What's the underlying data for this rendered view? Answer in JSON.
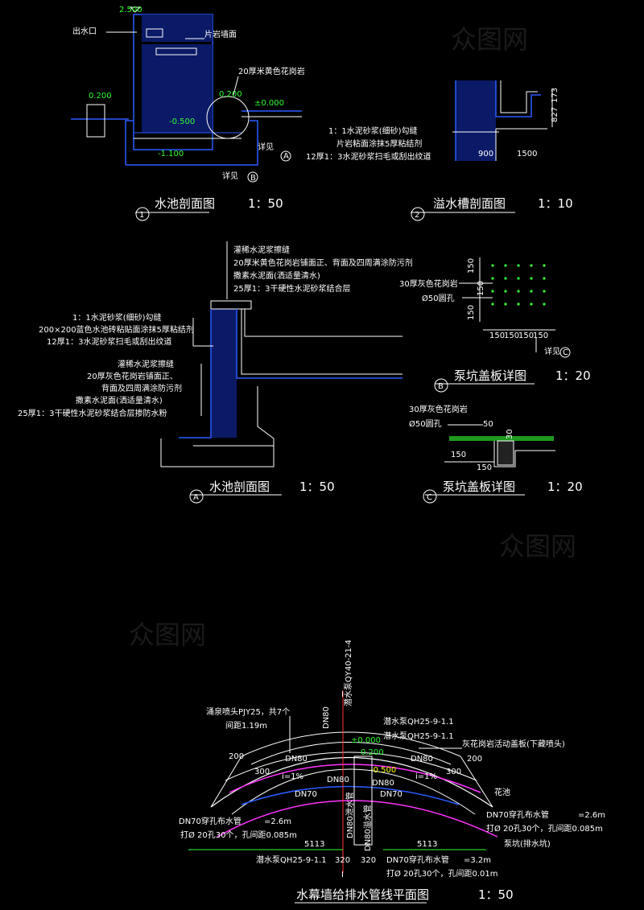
{
  "colors": {
    "background": "#000000",
    "line_white": "#ffffff",
    "line_blue": "#2a5cff",
    "line_green": "#33ff33",
    "line_magenta": "#ff33ff",
    "line_yellow": "#ffff00",
    "line_red": "#ff3333"
  },
  "watermark": "众图网",
  "view1": {
    "title": "水池剖面图",
    "scale": "1：50",
    "badge": "1",
    "elev_top": "2.500",
    "elev_left": "0.200",
    "elev_right_top": "0.200",
    "elev_zero": "±0.000",
    "elev_water": "-0.500",
    "elev_bottom": "-1.100",
    "outlet": "出水口",
    "wall": "片岩墙面",
    "granite": "20厚米黄色花岗岩",
    "see_a": "详见",
    "see_a_badge": "A",
    "see_b": "详见",
    "see_b_badge": "B"
  },
  "view2": {
    "title": "溢水槽剖面图",
    "scale": "1：10",
    "badge": "2",
    "notes": [
      "1：1水泥砂浆(细砂)勾缝",
      "片岩粘面涂抹5厚粘结剂",
      "12厚1：3水泥砂浆扫毛或刮出纹道"
    ],
    "dim_900": "900",
    "dim_1500": "1500",
    "dim_827": "827",
    "dim_173": "173"
  },
  "viewA": {
    "title": "水池剖面图",
    "scale": "1：50",
    "badge": "A",
    "top_notes": [
      "灌稀水泥浆擦缝",
      "20厚米黄色花岗岩铺面正、背面及四周满涂防污剂",
      "撒素水泥面(洒适量清水)",
      "25厚1：3干硬性水泥砂浆结合层"
    ],
    "left_notes": [
      "1：1水泥砂浆(细砂)勾缝",
      "200×200蓝色水池砖粘贴面涂抹5厚粘结剂",
      "12厚1：3水泥砂浆扫毛或刮出纹道"
    ],
    "bottom_notes": [
      "灌稀水泥浆擦缝",
      "20厚灰色花岗岩铺面正、",
      "背面及四周满涂防污剂",
      "撒素水泥面(洒适量清水)",
      "25厚1：3干硬性水泥砂浆结合层掺防水粉"
    ]
  },
  "viewB": {
    "title": "泵坑盖板详图",
    "scale": "1：20",
    "badge": "B",
    "label_granite": "30厚灰色花岗岩",
    "label_hole": "Ø50圆孔",
    "dim_left": [
      "150",
      "150",
      "150"
    ],
    "dim_bottom": [
      "150",
      "150",
      "150",
      "150"
    ],
    "see": "详见",
    "see_badge": "C"
  },
  "viewC": {
    "title": "泵坑盖板详图",
    "scale": "1：20",
    "badge": "C",
    "label_granite": "30厚灰色花岗岩",
    "label_hole": "Ø50圆孔",
    "dim_50": "50",
    "dim_30": "30",
    "dim_150a": "150",
    "dim_150b": "150"
  },
  "plan": {
    "title": "水幕墙给排水管线平面图",
    "scale": "1：50",
    "fountain": "涌泉喷头PJY25，共7个",
    "spacing": "间距1.19m",
    "pump1": "潜水泵QH25-9-1.1",
    "pump2": "潜水泵QH25-9-1.1",
    "pump3": "潜水泵QH25-9-1.1",
    "pump_vert": "潜水泵QY40-21-4",
    "cover": "灰花岗岩活动盖板(下藏喷头)",
    "elev_zero": "±0.000",
    "elev_200": "0.200",
    "elev_500": "-0.500",
    "planter": "花池",
    "pump_pit": "泵坑(排水坑)",
    "pipe_left": "DN70穿孔布水管",
    "len_left": "=2.6m",
    "holes_left": "打Ø   20孔30个，孔间距0.085m",
    "pipe_right": "DN70穿孔布水管",
    "len_right": "=2.6m",
    "holes_right": "打Ø   20孔30个，孔间距0.085m",
    "pipe_bottom": "DN70穿孔布水管",
    "len_bottom": "=3.2m",
    "holes_bottom": "打Ø   20孔30个，孔间距0.01m",
    "dn80": "DN80",
    "dn70": "DN70",
    "dn80_drain": "DN80泄水管",
    "dn80_over": "DN80溢水管",
    "slope": "i=1%",
    "dim_200": "200",
    "dim_300": "300",
    "dim_5113": "5113",
    "dim_320": "320",
    "section_mark": "I"
  }
}
